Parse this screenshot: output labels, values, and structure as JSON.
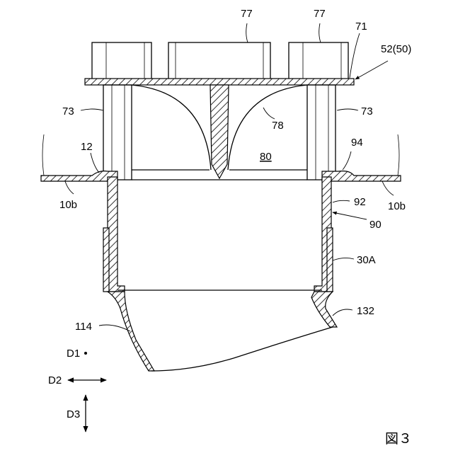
{
  "figure": {
    "title": "図３",
    "labels": {
      "l77a": "77",
      "l77b": "77",
      "l71": "71",
      "l52": "52(50)",
      "l73a": "73",
      "l73b": "73",
      "l78": "78",
      "l80": "80",
      "l12": "12",
      "l94": "94",
      "l10ba": "10b",
      "l10bb": "10b",
      "l92": "92",
      "l90": "90",
      "l30a": "30A",
      "l132": "132",
      "l114": "114",
      "d1": "D1",
      "d2": "D2",
      "d3": "D3"
    }
  }
}
